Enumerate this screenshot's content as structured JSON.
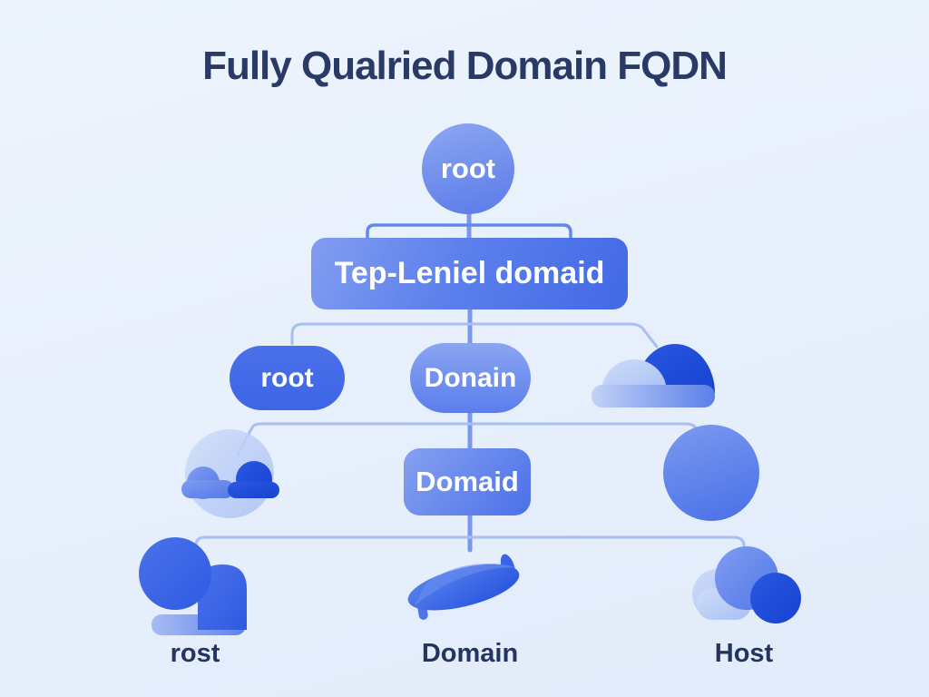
{
  "title": "Fully Qualried Domain FQDN",
  "nodes": {
    "root": {
      "label": "root",
      "shape": "circle"
    },
    "tld": {
      "label": "Tep-Leniel domaid",
      "shape": "rounded-rect"
    },
    "level3_left": {
      "label": "root",
      "shape": "pill"
    },
    "level3_middle": {
      "label": "Donain",
      "shape": "pill"
    },
    "level3_right": {
      "icon": "cloud-icon"
    },
    "level4_left": {
      "icon": "cloud-circle-icon"
    },
    "level4_middle": {
      "label": "Domaid",
      "shape": "rounded-rect"
    },
    "level4_right": {
      "icon": "circle-icon"
    },
    "level5_left": {
      "icon": "person-icon"
    },
    "level5_middle": {
      "icon": "leaf-icon"
    },
    "level5_right": {
      "icon": "cloud-icon"
    }
  },
  "footer_labels": [
    {
      "label": "rost"
    },
    {
      "label": "Domain"
    },
    {
      "label": "Host"
    }
  ],
  "colors": {
    "background_top": "#edf4fd",
    "background_bottom": "#e2ebfa",
    "title_text": "#2a3a66",
    "footer_text": "#24345e",
    "node_text": "#ffffff",
    "blue_pale": "#bdcdf6",
    "blue_light": "#8aa5f1",
    "blue_medium": "#5b7eeb",
    "blue_deep": "#3c65e6",
    "blue_dark": "#1d4fd8",
    "connector_light": "#a9bef2",
    "connector_medium": "#7b96ee"
  }
}
